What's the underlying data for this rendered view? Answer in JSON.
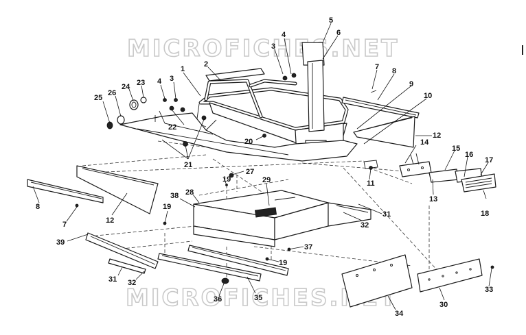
{
  "watermark": {
    "top": "MICROFICHES.NET",
    "bottom": "MICROFICHES.NET"
  },
  "callouts": [
    "1",
    "2",
    "3",
    "4",
    "5",
    "6",
    "7",
    "8",
    "9",
    "10",
    "12",
    "14",
    "15",
    "16",
    "17",
    "18",
    "13",
    "11",
    "25",
    "26",
    "24",
    "23",
    "4",
    "3",
    "22",
    "20",
    "21",
    "27",
    "19",
    "29",
    "28",
    "38",
    "8",
    "12",
    "7",
    "19",
    "31",
    "32",
    "39",
    "37",
    "19",
    "31",
    "32",
    "36",
    "35",
    "34",
    "30",
    "33"
  ]
}
